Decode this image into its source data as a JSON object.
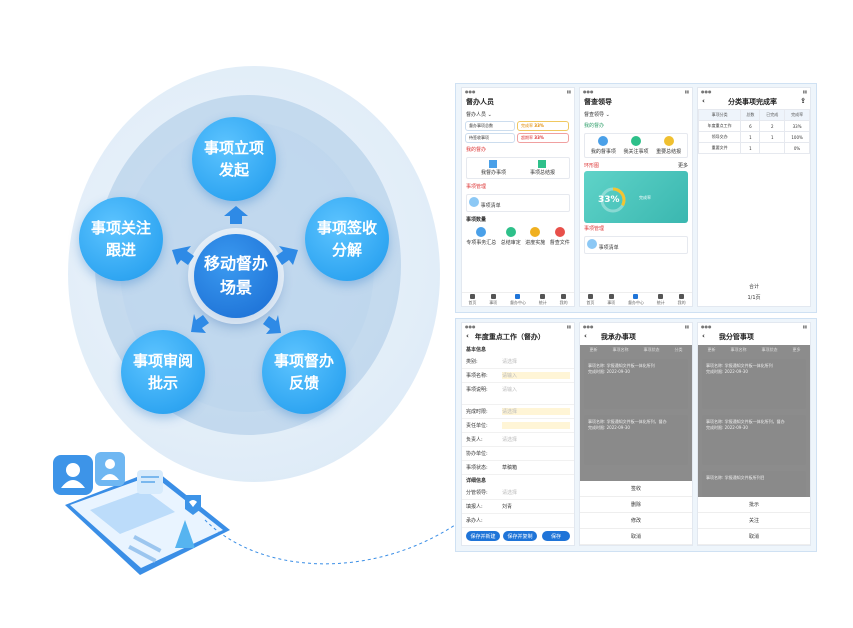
{
  "diagram": {
    "center": "移动督办场景",
    "nodes": {
      "top": "事项立项发起",
      "right_top": "事项签收分解",
      "right_bottom": "事项督办反馈",
      "left_bottom": "事项审阅批示",
      "left_top": "事项关注跟进"
    },
    "colors": {
      "node": "#30a6f2",
      "center": "#1f74d8",
      "arrow": "#2e8ae6"
    }
  },
  "screens": {
    "s1": {
      "title": "督办人员",
      "filter": "督办人员",
      "stats": [
        {
          "label": "督办事项总数",
          "value": ""
        },
        {
          "label": "完成率",
          "value": "33%"
        },
        {
          "label": "待签收事项",
          "value": ""
        },
        {
          "label": "超期率",
          "value": "33%"
        }
      ],
      "sec_mine": "我的督办",
      "mine_items": [
        "我督办事项",
        "事项总结报"
      ],
      "sec_manage": "事项管理",
      "manage_item": "事项清单",
      "sec_stats": "事项数量",
      "stat_items": [
        "专项事务汇总",
        "总结审定",
        "进度实施",
        "督查文件"
      ],
      "tabs": [
        "首页",
        "事项",
        "督办中心",
        "统计",
        "我的"
      ]
    },
    "s2": {
      "title": "督查领导",
      "filter": "督查领导",
      "sec_mine": "我的督办",
      "mine_items": [
        "我的督事项",
        "我关注事项",
        "重要总结报"
      ],
      "sec_chart": "环形图",
      "chart_more": "更多",
      "chart_percent": "33%",
      "chart_caption": "完成率",
      "sec_manage": "事项管理",
      "manage_item": "事项清单",
      "tabs": [
        "首页",
        "事项",
        "督办中心",
        "统计",
        "我的"
      ]
    },
    "s3": {
      "title": "分类事项完成率",
      "headers": [
        "事项分类",
        "总数",
        "已完成",
        "完成率"
      ],
      "rows": [
        [
          "年度重点工作",
          "6",
          "2",
          "33%"
        ],
        [
          "领导交办",
          "1",
          "1",
          "100%"
        ],
        [
          "重要文件",
          "1",
          "",
          "0%"
        ]
      ],
      "total": "合计",
      "pager": "1/1页"
    },
    "s4": {
      "title": "年度重点工作（督办）",
      "sec_basic": "基本信息",
      "fields": [
        {
          "label": "类别:",
          "value": "请选择"
        },
        {
          "label": "事项名称:",
          "value": "请输入"
        },
        {
          "label": "事项说明:",
          "value": "请输入"
        },
        {
          "label": "完成时限:",
          "value": "请选择"
        },
        {
          "label": "责任单位:",
          "value": ""
        },
        {
          "label": "负责人:",
          "value": "请选择"
        },
        {
          "label": "协办单位:",
          "value": ""
        },
        {
          "label": "事项状态:",
          "value": "草稿箱"
        }
      ],
      "sec_detail": "详细信息",
      "detail_fields": [
        {
          "label": "分管领导:",
          "value": "请选择"
        },
        {
          "label": "填报人:",
          "value": "刘青"
        },
        {
          "label": "承办人:",
          "value": ""
        }
      ],
      "buttons": [
        "保存并新建",
        "保存并复制",
        "保存"
      ]
    },
    "s5": {
      "title": "我承办事项",
      "filters": [
        "更新",
        "事项名称",
        "事项状态",
        "分类"
      ],
      "cards": [
        {
          "label1": "事项名称:",
          "val1": "学报通知文件板一体化所列",
          "label2": "完成时限:",
          "val2": "2022-09-30"
        },
        {
          "label1": "事项名称:",
          "val1": "学报通知文件板一体化所列，督办",
          "label2": "完成时限:",
          "val2": "2022-09-30"
        }
      ],
      "sheet": [
        "签收",
        "删除",
        "修改",
        "取消"
      ]
    },
    "s6": {
      "title": "我分管事项",
      "filters": [
        "更新",
        "事项名称",
        "事项状态",
        "更多"
      ],
      "cards": [
        {
          "label1": "事项名称:",
          "val1": "学报通知文件板一体化所列",
          "label2": "完成时限:",
          "val2": "2022-09-30"
        },
        {
          "label1": "事项名称:",
          "val1": "学报通知文件板一体化所列，督办",
          "label2": "完成时限:",
          "val2": "2022-09-30"
        },
        {
          "label1": "事项名称:",
          "val1": "学报通知文件板所列目",
          "label2": "",
          "val2": ""
        }
      ],
      "sheet": [
        "批示",
        "关注",
        "取消"
      ]
    }
  }
}
